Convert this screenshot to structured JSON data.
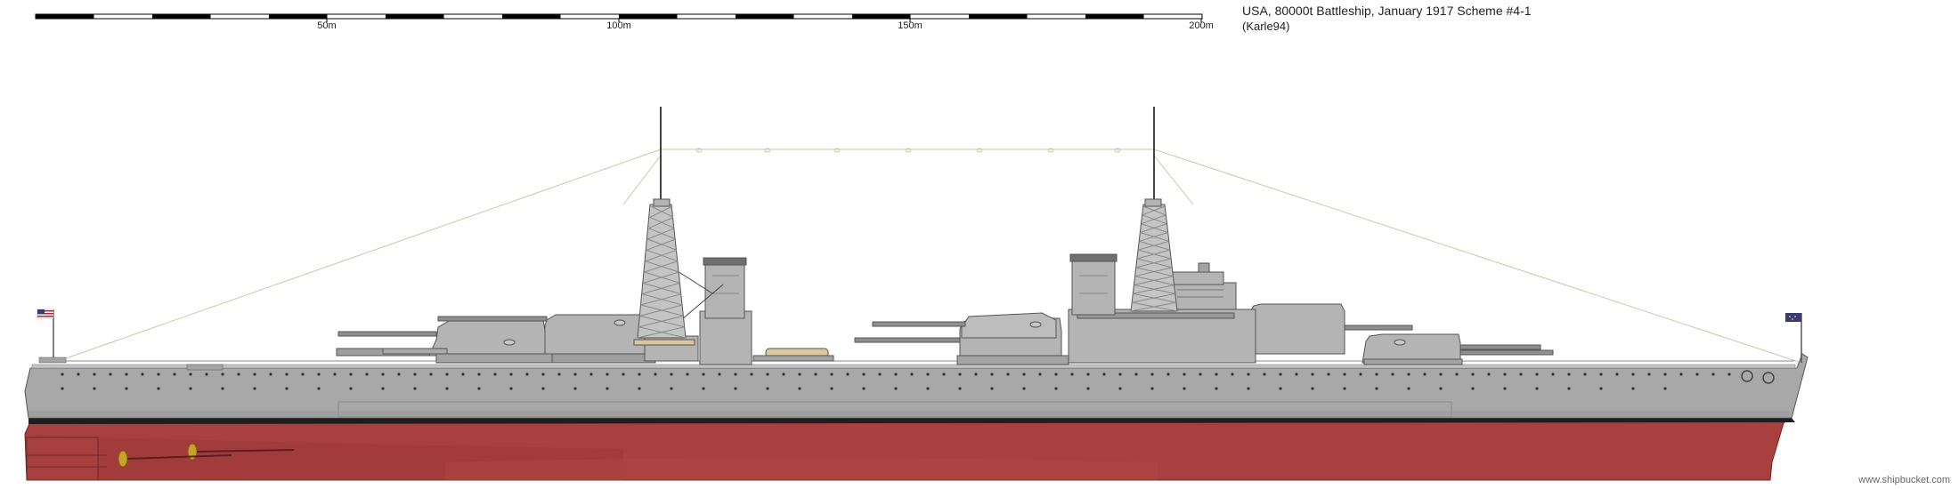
{
  "header": {
    "title": "USA, 80000t Battleship, January 1917 Scheme #4-1",
    "author": "(Karle94)"
  },
  "scale_bar": {
    "labels": [
      "50m",
      "100m",
      "150m",
      "200m"
    ]
  },
  "footer": {
    "site": "www.shipbucket.com"
  },
  "colors": {
    "hull_grey": "#a8a8a8",
    "superstructure_grey": "#b4b4b4",
    "bottom_red": "#a8403f",
    "boot_top": "#1e1e1e",
    "rigging": "#cfc6a8",
    "deck_wood": "#d9c7a0"
  }
}
